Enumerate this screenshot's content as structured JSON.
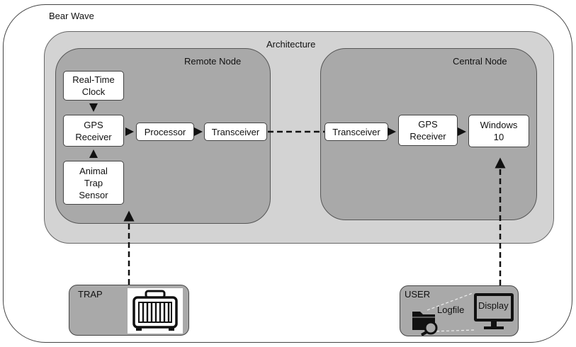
{
  "outer": {
    "title": "Bear Wave"
  },
  "architecture": {
    "title": "Architecture"
  },
  "remote_node": {
    "title": "Remote Node",
    "rtc": "Real-Time Clock",
    "gps": "GPS Receiver",
    "sensor": "Animal Trap Sensor",
    "processor": "Processor",
    "transceiver": "Transceiver"
  },
  "central_node": {
    "title": "Central Node",
    "transceiver": "Transceiver",
    "gps": "GPS Receiver",
    "windows": "Windows 10"
  },
  "trap": {
    "title": "TRAP"
  },
  "user": {
    "title": "USER",
    "logfile": "Logfile",
    "display": "Display"
  }
}
